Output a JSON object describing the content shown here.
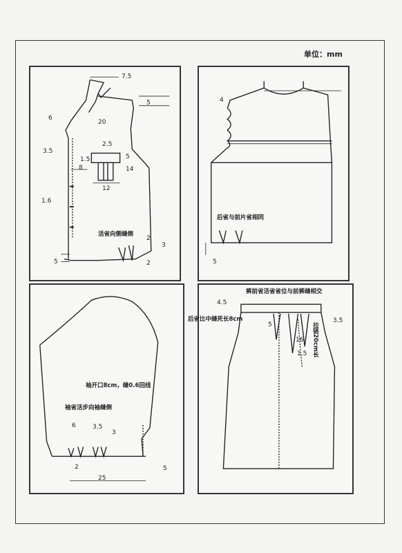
{
  "unit_label": "单位：mm",
  "front_panel": {
    "labels": {
      "collar_width": "7.5",
      "collar_height": "5",
      "lapel_width": "6",
      "lapel_drop": "3.5",
      "front_length": "20",
      "pocket_flap_width": "2.5",
      "pocket_offset": "1.5",
      "pocket_right": "5",
      "pocket_height": "14",
      "pocket_left": "8",
      "pocket_width": "12",
      "button_spacing": "1.6",
      "dart_a": "2",
      "dart_b": "2",
      "hem_side": "3",
      "hem_left": "5"
    },
    "note": "活省向侧缝倒"
  },
  "back_panel": {
    "labels": {
      "neck_drop": "4",
      "hem": "5"
    },
    "note": "后省与前片省相同"
  },
  "sleeve_panel": {
    "labels": {
      "dart_a": "6",
      "dart_b": "3.5",
      "dart_c": "3",
      "pleat": "2",
      "cuff_width": "25",
      "cuff_side": "5"
    },
    "note_opening": "袖开口8cm，缝0.6回线",
    "note_pleats": "袖省活步向袖缝倒"
  },
  "pants_panel": {
    "labels": {
      "waistband": "4.5",
      "dart_front": "5",
      "dart_depth": "16",
      "side": "3.5",
      "offset": "1.5"
    },
    "note_top": "裤前省活省省位与前裤缝相交",
    "note_back": "后省比中缝死长8cm",
    "note_vertical": "拉链20cm长"
  }
}
